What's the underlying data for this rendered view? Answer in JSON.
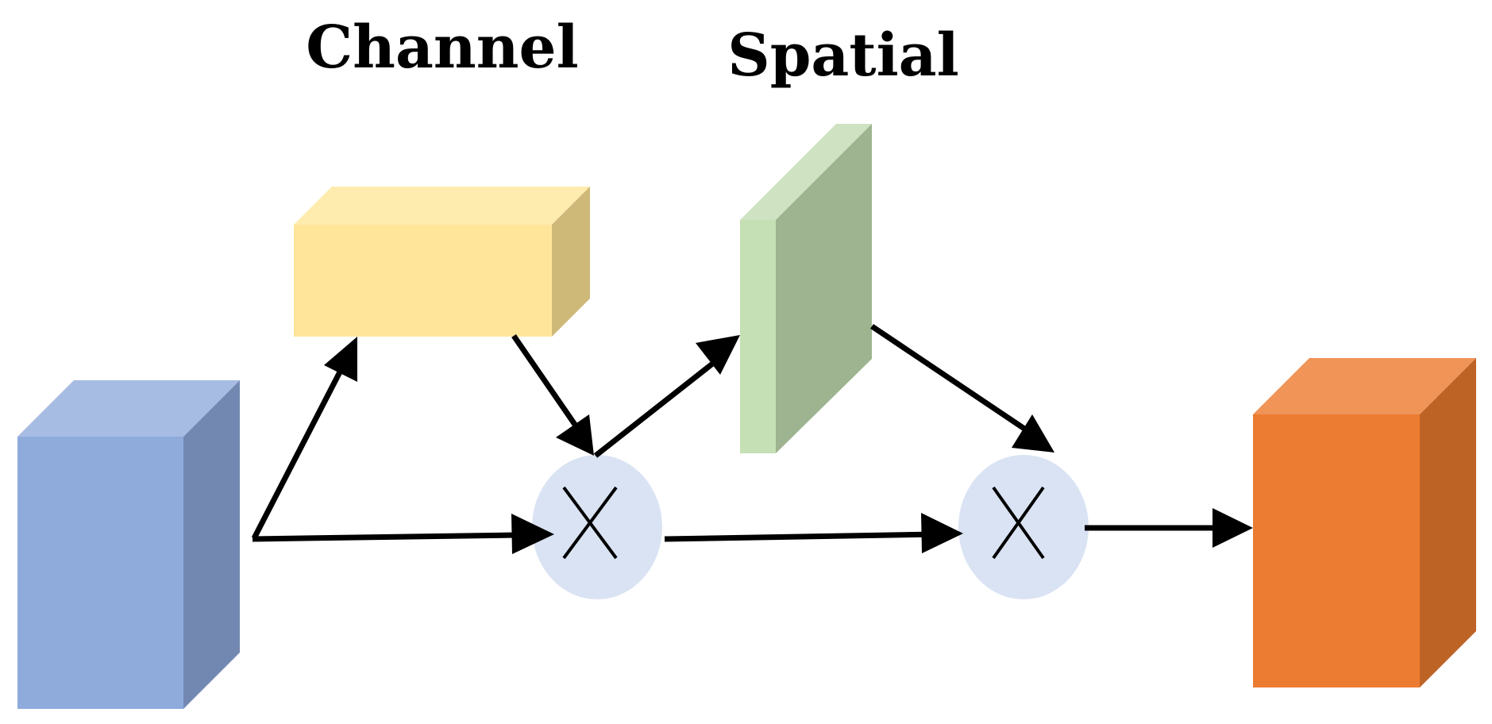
{
  "labels": {
    "channel": "Channel",
    "spatial": "Spatial"
  },
  "colors": {
    "input_front": "#8FABDB",
    "input_top": "#A7BCE3",
    "input_side": "#7388B1",
    "channel_front": "#FEE599",
    "channel_top": "#FEEBAE",
    "channel_side": "#CFB979",
    "spatial_front": "#C5E0B4",
    "spatial_top": "#CFE3C2",
    "spatial_side": "#9EB490",
    "output_front": "#EC7C31",
    "output_top": "#F09458",
    "output_side": "#BD6326",
    "multiply_fill": "#DAE3F3",
    "arrow": "#000000"
  },
  "nodes": {
    "input": "input-feature-cube",
    "channel": "channel-attention-block",
    "spatial": "spatial-attention-block",
    "output": "output-feature-cube",
    "multiply_1": "multiply-node-1",
    "multiply_2": "multiply-node-2"
  }
}
